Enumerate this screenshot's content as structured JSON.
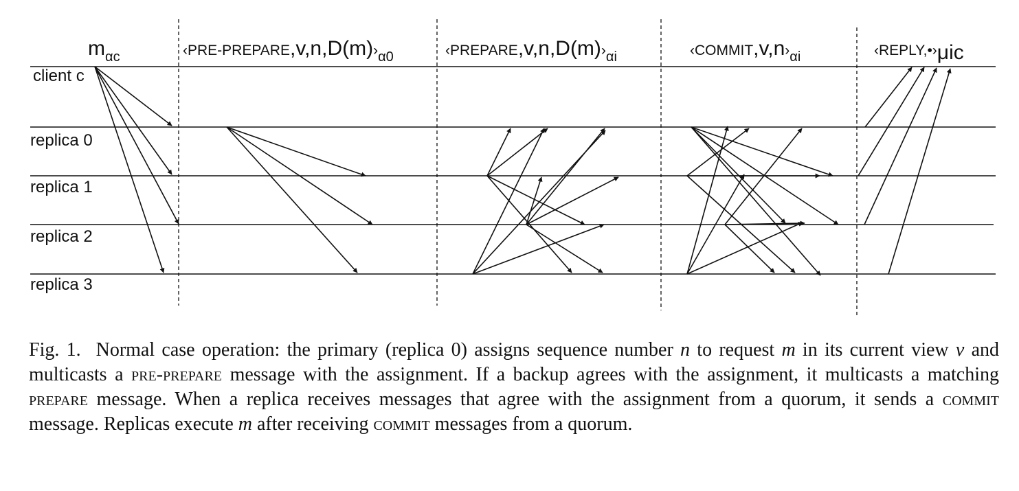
{
  "diagram": {
    "node_labels": [
      "client c",
      "replica 0",
      "replica 1",
      "replica 2",
      "replica 3"
    ],
    "phases": {
      "request": {
        "main": "m",
        "sub": "αc"
      },
      "pre_prepare": {
        "text": "PRE-PREPARE",
        "args": ",v,n,D(m)",
        "sub": "α0"
      },
      "prepare": {
        "text": "PREPARE",
        "args": ",v,n,D(m)",
        "sub": "αi"
      },
      "commit": {
        "text": "COMMIT",
        "args": ",v,n",
        "sub": "αi"
      },
      "reply": {
        "text": "REPLY,",
        "bullet": "•",
        "sub": "μic"
      }
    },
    "open_bracket": "‹",
    "close_bracket": "›"
  },
  "caption": {
    "fig_label": "Fig. 1.",
    "text_parts": {
      "p1": "Normal case operation: the primary (replica 0) assigns sequence number ",
      "n": "n",
      "p2": " to request ",
      "m1": "m",
      "p3": " in its current view ",
      "v": "v",
      "p4": " and multicasts a ",
      "pre_prepare": "pre-prepare",
      "p5": " message with the assignment. If a backup agrees with the assignment, it multicasts a matching ",
      "prepare": "prepare",
      "p6": " message. When a replica receives messages that agree with the assignment from a quorum, it sends a ",
      "commit": "commit",
      "p7": " message. Replicas execute ",
      "m2": "m",
      "p8": " after receiving ",
      "commit2": "commit",
      "p9": " messages from a quorum."
    }
  }
}
